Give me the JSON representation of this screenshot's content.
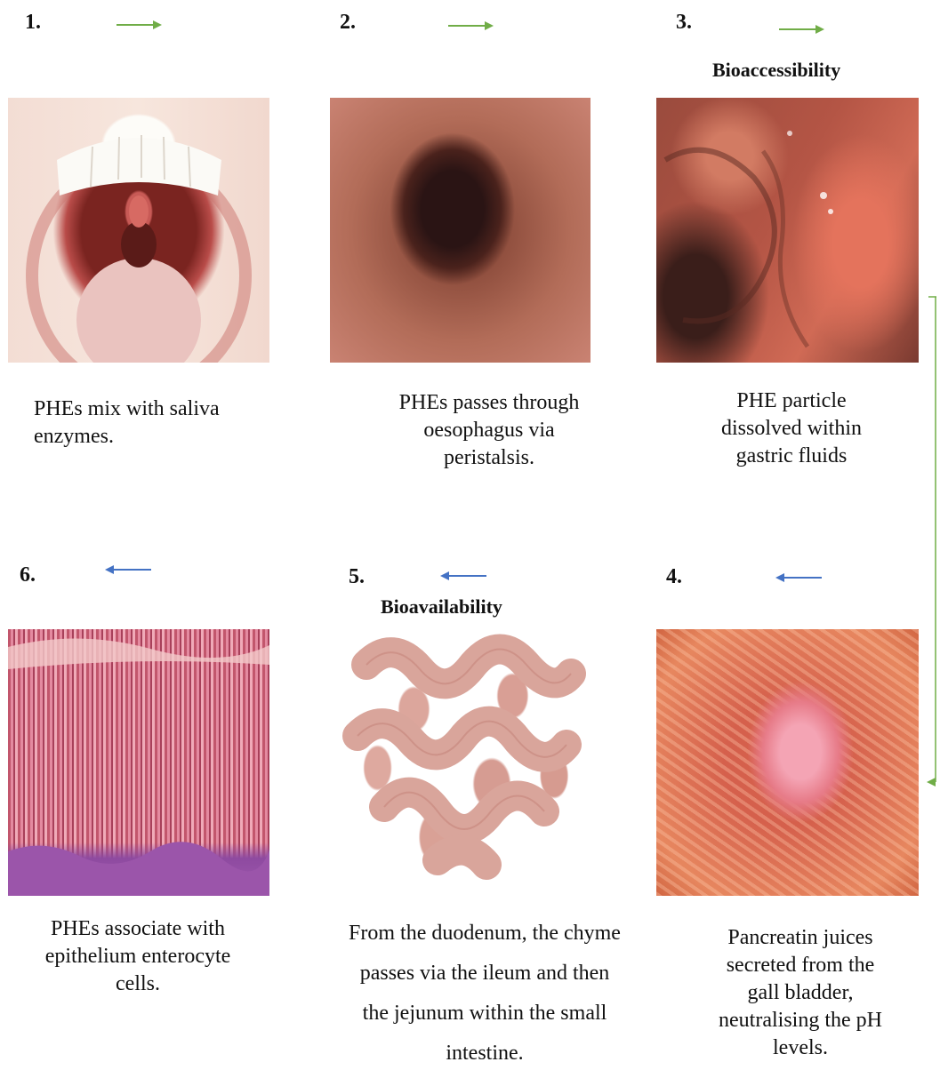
{
  "steps": [
    {
      "number": "1.",
      "caption_lines": [
        "PHEs mix with saliva",
        "enzymes."
      ]
    },
    {
      "number": "2.",
      "caption_lines": [
        "PHEs passes through",
        "oesophagus via",
        "peristalsis."
      ]
    },
    {
      "number": "3.",
      "heading": "Bioaccessibility",
      "caption_lines": [
        "PHE particle",
        "dissolved within",
        "gastric fluids"
      ]
    },
    {
      "number": "4.",
      "caption_lines": [
        "Pancreatin juices",
        "secreted from the",
        "gall bladder,",
        "neutralising the pH",
        "levels."
      ]
    },
    {
      "number": "5.",
      "heading": "Bioavailability",
      "caption_lines": [
        "From the duodenum, the chyme",
        "passes via the ileum and then",
        "the jejunum within the small",
        "intestine."
      ]
    },
    {
      "number": "6.",
      "caption_lines": [
        "PHEs associate with",
        "epithelium enterocyte",
        "cells."
      ]
    }
  ],
  "colors": {
    "forward_arrow": "#70ad47",
    "backward_arrow": "#4472c4",
    "connector": "#70ad47"
  }
}
